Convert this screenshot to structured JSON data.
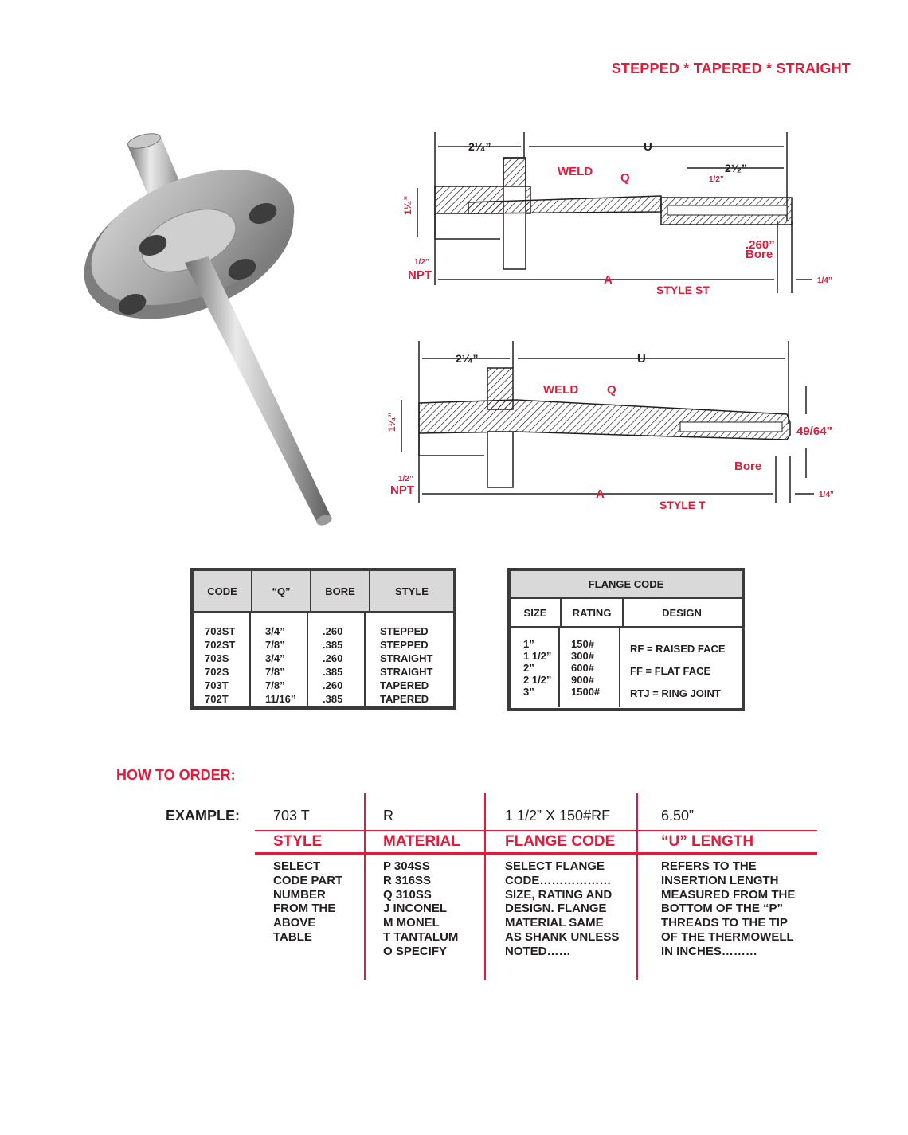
{
  "header_tag": "STEPPED * TAPERED * STRAIGHT",
  "drawing_st": {
    "dim_top_left": "2¹⁄₄”",
    "dim_u": "U",
    "weld": "WELD",
    "q": "Q",
    "dim_tip": "2¹⁄₂”",
    "dim_half": "1/2”",
    "dim_flange_height": "1¹⁄₄”",
    "bore_size": ".260”",
    "bore": "Bore",
    "npt_size": "1/2”",
    "npt": "NPT",
    "a": "A",
    "style": "STYLE ST",
    "quarter": "1/4”"
  },
  "drawing_t": {
    "dim_top_left": "2¹⁄₄”",
    "dim_u": "U",
    "weld": "WELD",
    "q": "Q",
    "dim_flange_height": "1¹⁄₄”",
    "tip_size": "49/64”",
    "bore": "Bore",
    "npt_size": "1/2”",
    "npt": "NPT",
    "a": "A",
    "style": "STYLE  T",
    "quarter": "1/4”"
  },
  "code_table": {
    "headers": [
      "CODE",
      "“Q”",
      "BORE",
      "STYLE"
    ],
    "codes": [
      "703ST",
      "702ST",
      "703S",
      "702S",
      "703T",
      "702T"
    ],
    "q": [
      "3/4”",
      "7/8”",
      "3/4”",
      "7/8”",
      "7/8”",
      "11/16’’"
    ],
    "bore": [
      ".260",
      ".385",
      ".260",
      ".385",
      ".260",
      ".385"
    ],
    "style": [
      "STEPPED",
      "STEPPED",
      "STRAIGHT",
      "STRAIGHT",
      "TAPERED",
      "TAPERED"
    ]
  },
  "flange_table": {
    "title": "FLANGE CODE",
    "headers": [
      "SIZE",
      "RATING",
      "DESIGN"
    ],
    "sizes": [
      "1”",
      "1 1/2”",
      "2”",
      "2 1/2”",
      "3”"
    ],
    "ratings": [
      "150#",
      "300#",
      "600#",
      "900#",
      "1500#"
    ],
    "designs": [
      "RF = RAISED FACE",
      "FF = FLAT FACE",
      "RTJ = RING JOINT"
    ]
  },
  "how_to_order": {
    "title": "HOW TO ORDER:",
    "example_label": "EXAMPLE:",
    "example": [
      "703 T",
      "R",
      "1 1/2” X 150#RF",
      "6.50”"
    ],
    "columns": [
      "STYLE",
      "MATERIAL",
      "FLANGE CODE",
      "“U” LENGTH"
    ],
    "descriptions": [
      "SELECT\nCODE PART\nNUMBER\nFROM THE\nABOVE\nTABLE",
      "P  304SS\nR  316SS\nQ  310SS\nJ   INCONEL\nM  MONEL\nT  TANTALUM\nO  SPECIFY",
      "SELECT FLANGE\nCODE………………\nSIZE, RATING AND\nDESIGN. FLANGE\nMATERIAL SAME\nAS SHANK UNLESS\nNOTED……",
      "REFERS TO THE\nINSERTION LENGTH\nMEASURED FROM THE\nBOTTOM OF THE “P”\nTHREADS TO THE TIP\nOF THE THERMOWELL\nIN INCHES………"
    ]
  },
  "colors": {
    "accent": "#e31b3b",
    "dark": "#231f20",
    "table_head": "#d9d9d9"
  }
}
